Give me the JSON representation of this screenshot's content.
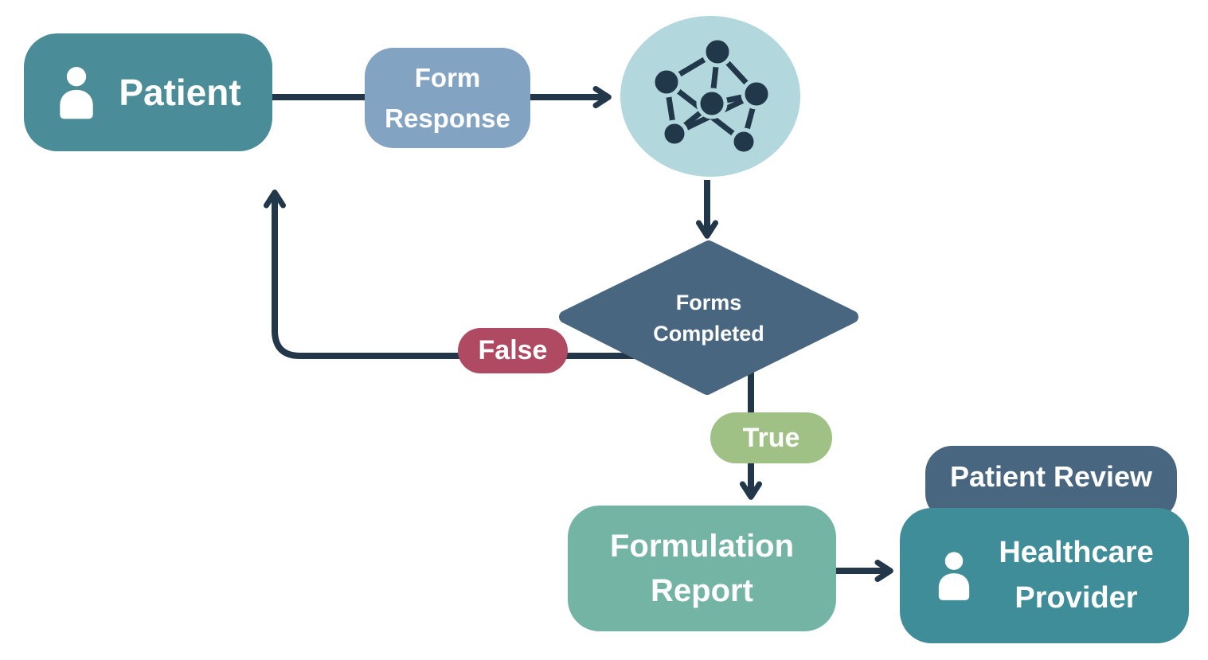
{
  "diagram": {
    "nodes": {
      "patient": {
        "label": "Patient",
        "icon": "person-icon"
      },
      "form_response": {
        "label": "Form Response"
      },
      "model": {
        "icon": "network-graph-icon"
      },
      "forms_completed": {
        "label": "Forms Completed"
      },
      "branch_false": {
        "label": "False"
      },
      "branch_true": {
        "label": "True"
      },
      "formulation_report": {
        "label": "Formulation Report"
      },
      "patient_review": {
        "label": "Patient Review"
      },
      "healthcare_provider": {
        "label": "Healthcare Provider",
        "icon": "person-icon"
      }
    },
    "colors": {
      "patient_box": "#4A8C97",
      "form_response_box": "#83A3C2",
      "model_circle": "#B2D7DC",
      "decision_diamond": "#496681",
      "false_pill": "#B04A62",
      "true_pill": "#A0C186",
      "formulation_box": "#73B4A5",
      "patient_review_tab": "#496681",
      "healthcare_box": "#3E8D99",
      "connector": "#223749",
      "icon_fill": "#FFFFFF",
      "node_icon": "#21384A",
      "background": "#FFFFFF"
    }
  }
}
